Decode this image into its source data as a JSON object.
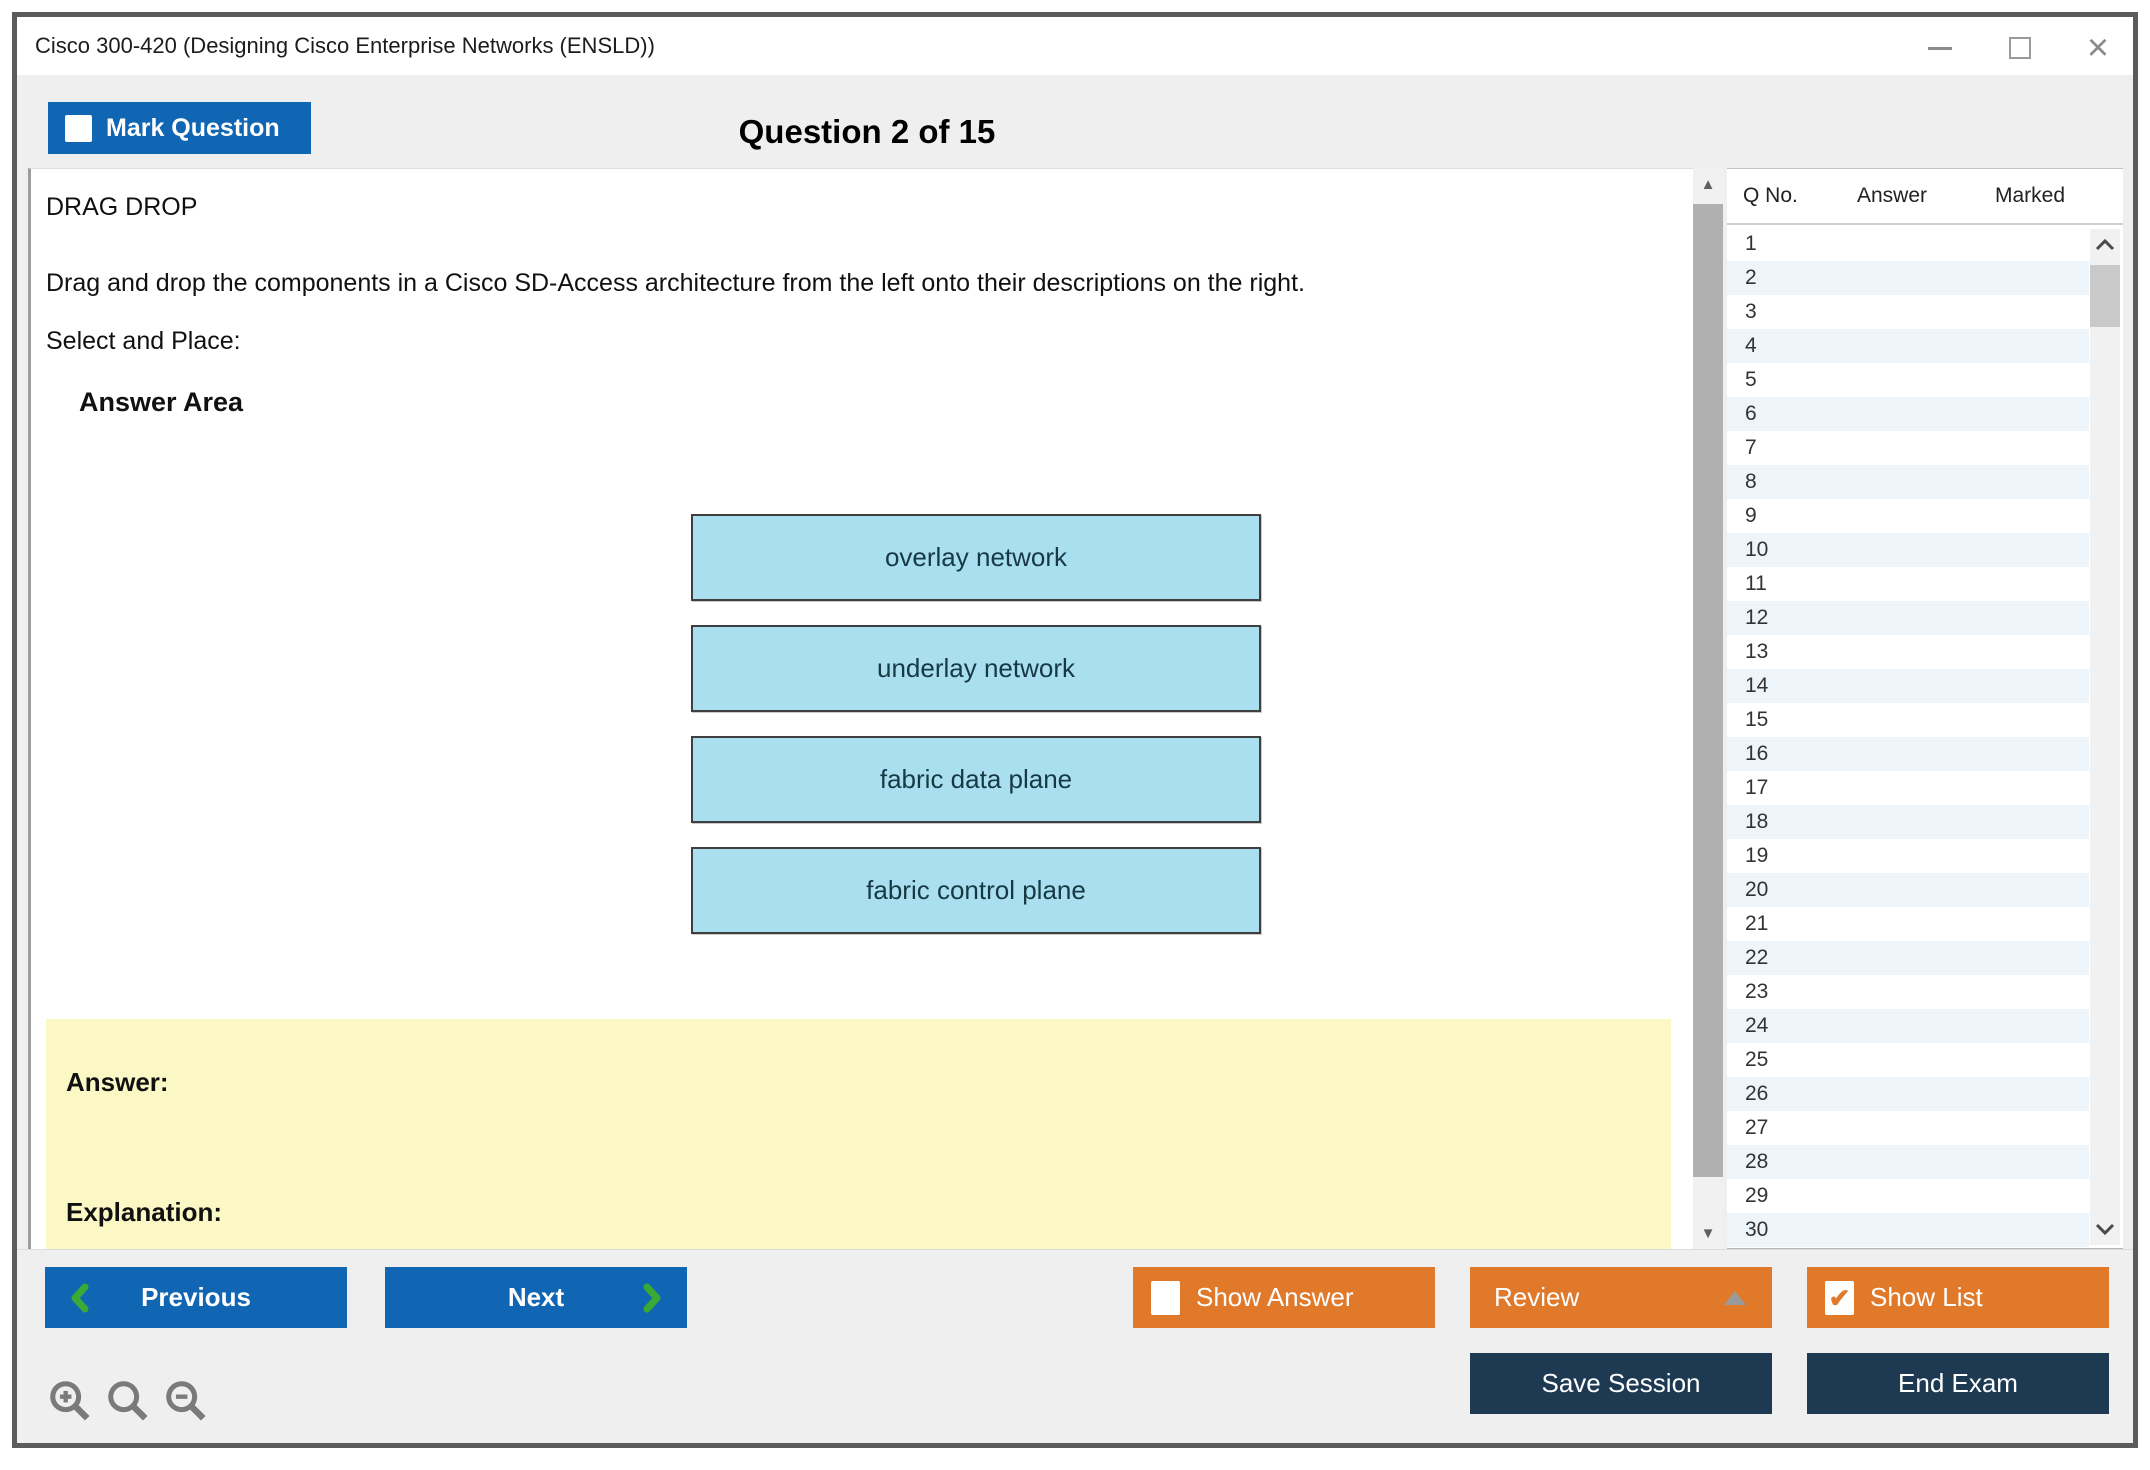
{
  "window": {
    "title": "Cisco 300-420 (Designing Cisco Enterprise Networks (ENSLD))"
  },
  "header": {
    "mark_question_label": "Mark Question",
    "question_counter": "Question 2 of 15",
    "question_number": 2,
    "total_questions": 15
  },
  "question": {
    "type_label": "DRAG DROP",
    "instruction": "Drag and drop the components in a Cisco SD-Access architecture from the left onto their descriptions on the right.",
    "select_place_label": "Select and Place:",
    "answer_area_label": "Answer Area",
    "drag_items": [
      "overlay network",
      "underlay network",
      "fabric data plane",
      "fabric control plane"
    ]
  },
  "answer_section": {
    "answer_label": "Answer:",
    "explanation_label": "Explanation:"
  },
  "sidebar": {
    "columns": [
      "Q No.",
      "Answer",
      "Marked"
    ],
    "question_numbers": [
      1,
      2,
      3,
      4,
      5,
      6,
      7,
      8,
      9,
      10,
      11,
      12,
      13,
      14,
      15,
      16,
      17,
      18,
      19,
      20,
      21,
      22,
      23,
      24,
      25,
      26,
      27,
      28,
      29,
      30
    ]
  },
  "footer": {
    "previous_label": "Previous",
    "next_label": "Next",
    "show_answer_label": "Show Answer",
    "review_label": "Review",
    "show_list_label": "Show List",
    "save_session_label": "Save Session",
    "end_exam_label": "End Exam",
    "show_answer_checked": false,
    "show_list_checked": true,
    "show_list_check_glyph": "✔"
  },
  "colors": {
    "accent_blue": "#1066b3",
    "accent_orange": "#e1792b",
    "accent_navy": "#1d3a52",
    "chevron_green": "#3aaa35",
    "drag_box_fill": "#a9dfee",
    "answer_panel_fill": "#fcf8c5",
    "row_stripe": "#edf4fa"
  }
}
